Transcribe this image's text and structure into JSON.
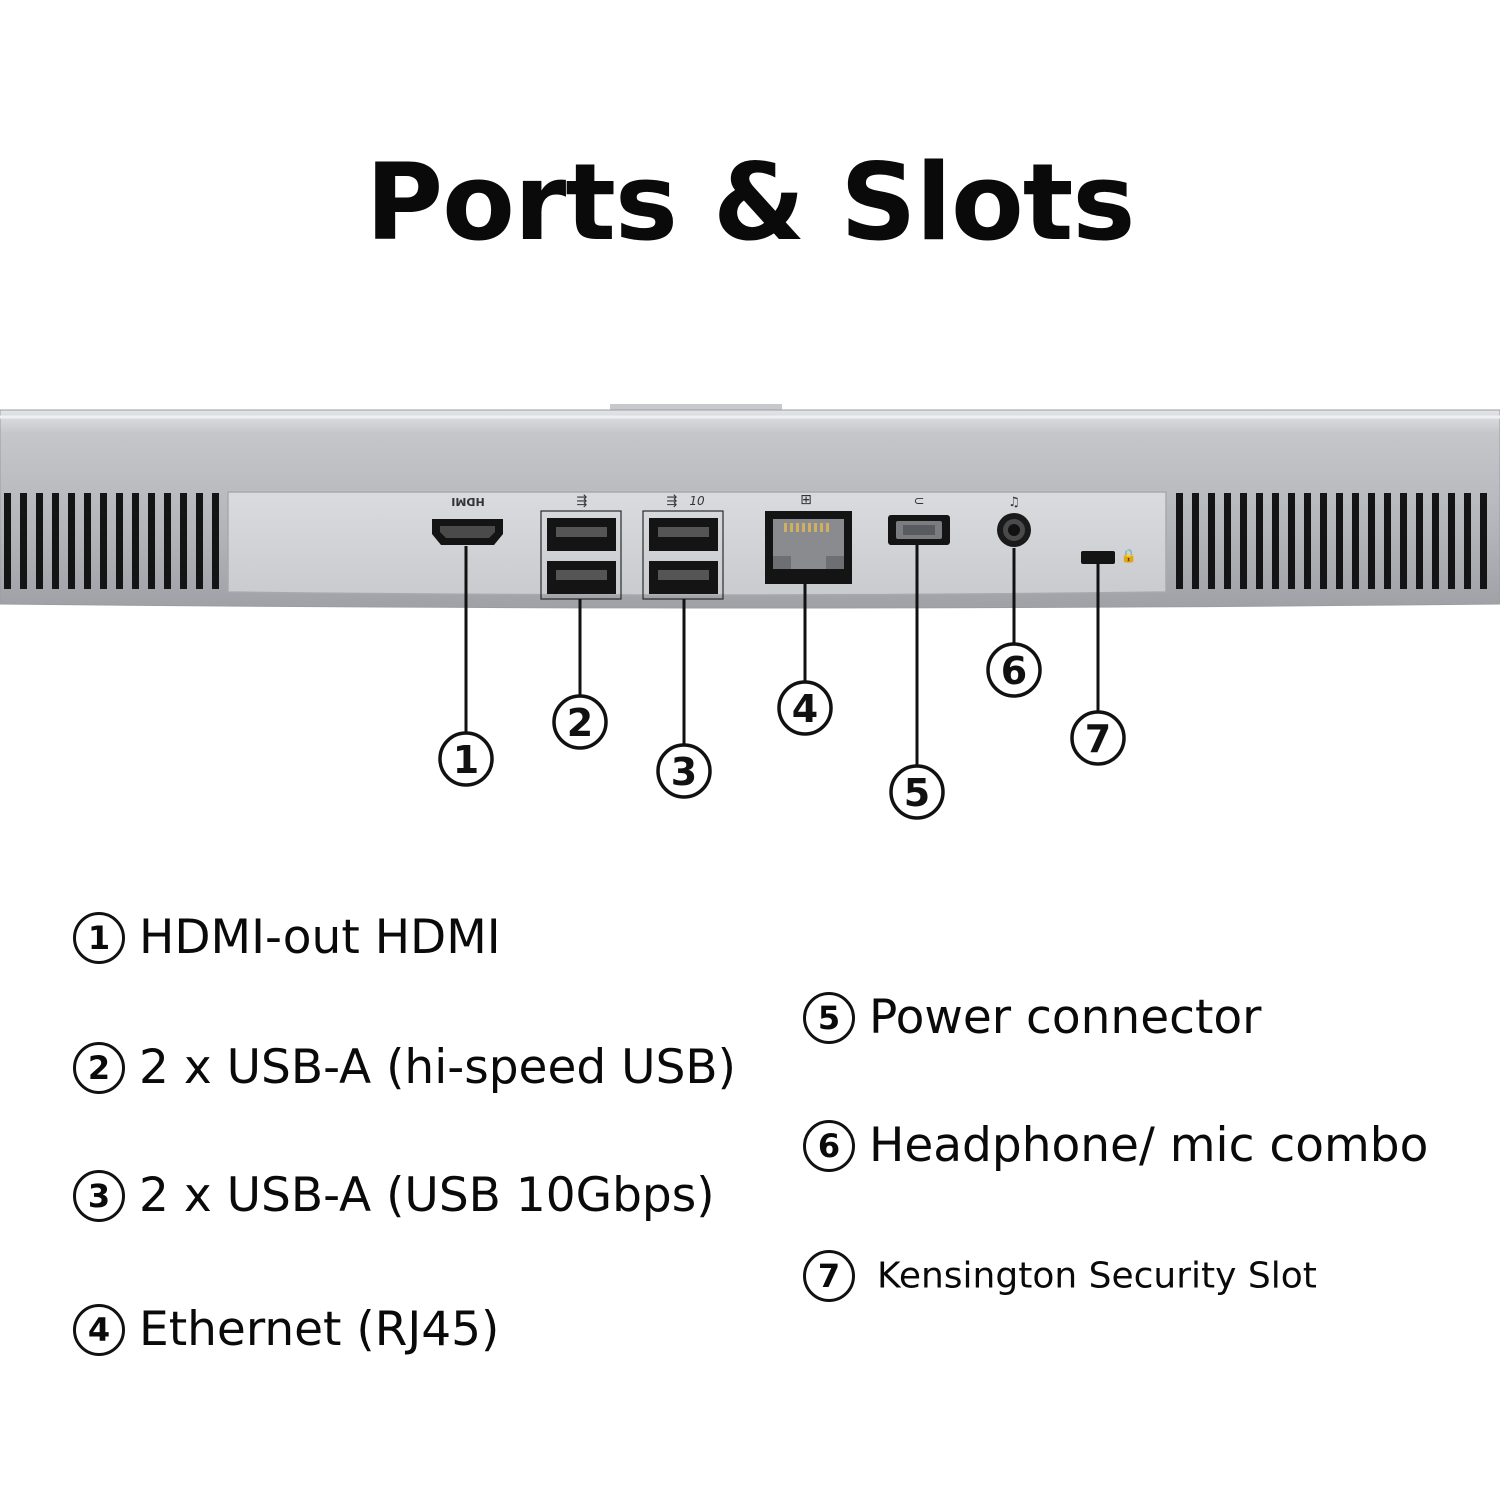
{
  "title": "Ports & Slots",
  "callouts": [
    "1",
    "2",
    "3",
    "4",
    "5",
    "6",
    "7"
  ],
  "port_labels": {
    "hdmi": "HDMI",
    "usb10": "10"
  },
  "legend": [
    {
      "num": "1",
      "text": "HDMI-out HDMI"
    },
    {
      "num": "2",
      "text": "2 x USB-A (hi-speed USB)"
    },
    {
      "num": "3",
      "text": "2 x USB-A (USB 10Gbps)"
    },
    {
      "num": "4",
      "text": "Ethernet (RJ45)"
    },
    {
      "num": "5",
      "text": "Power connector"
    },
    {
      "num": "6",
      "text": "Headphone/ mic combo"
    },
    {
      "num": "7",
      "text": "Kensington Security Slot"
    }
  ],
  "colors": {
    "chassis": "#b9bbc0",
    "panel": "#d5d7db",
    "port": "#141414"
  }
}
